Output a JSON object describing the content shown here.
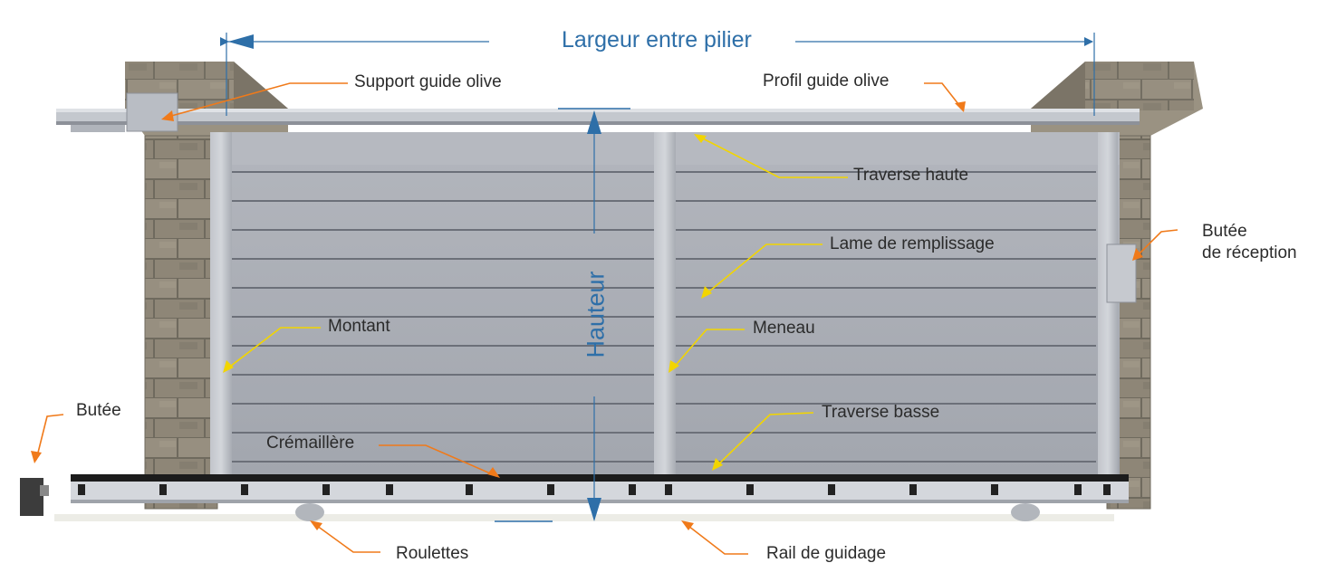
{
  "dimensions": {
    "width_label": "Largeur entre pilier",
    "height_label": "Hauteur"
  },
  "labels": {
    "support_guide_olive": "Support guide olive",
    "profil_guide_olive": "Profil guide olive",
    "traverse_haute": "Traverse haute",
    "lame_de_remplissage": "Lame de remplissage",
    "butee_de_reception_line1": "Butée",
    "butee_de_reception_line2": "de réception",
    "montant": "Montant",
    "meneau": "Meneau",
    "butee": "Butée",
    "traverse_basse": "Traverse basse",
    "cremaillere": "Crémaillère",
    "roulettes": "Roulettes",
    "rail_de_guidage": "Rail de guidage"
  },
  "colors": {
    "dimension_blue": "#2e6fa8",
    "orange_leader": "#f07a1a",
    "yellow_leader": "#f2d500",
    "panel_grey": "#a9adb5",
    "stone": "#8f8779"
  }
}
